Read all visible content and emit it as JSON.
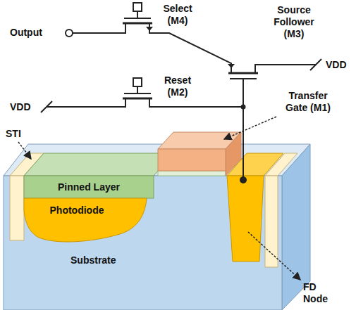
{
  "diagram": {
    "nodes": [
      {
        "text": [
          "Substrate"
        ]
      },
      {
        "text": [
          "Pinned Layer"
        ],
        "in": 0
      },
      {
        "text": [
          "Photodiode"
        ],
        "in": 0
      }
    ],
    "labels": [
      "Output",
      "Select (M4)",
      "Source Follower (M3)",
      "VDD",
      "VDD",
      "Reset (M2)",
      "STI",
      "Transfer Gate (M1)",
      "FD Node"
    ]
  }
}
